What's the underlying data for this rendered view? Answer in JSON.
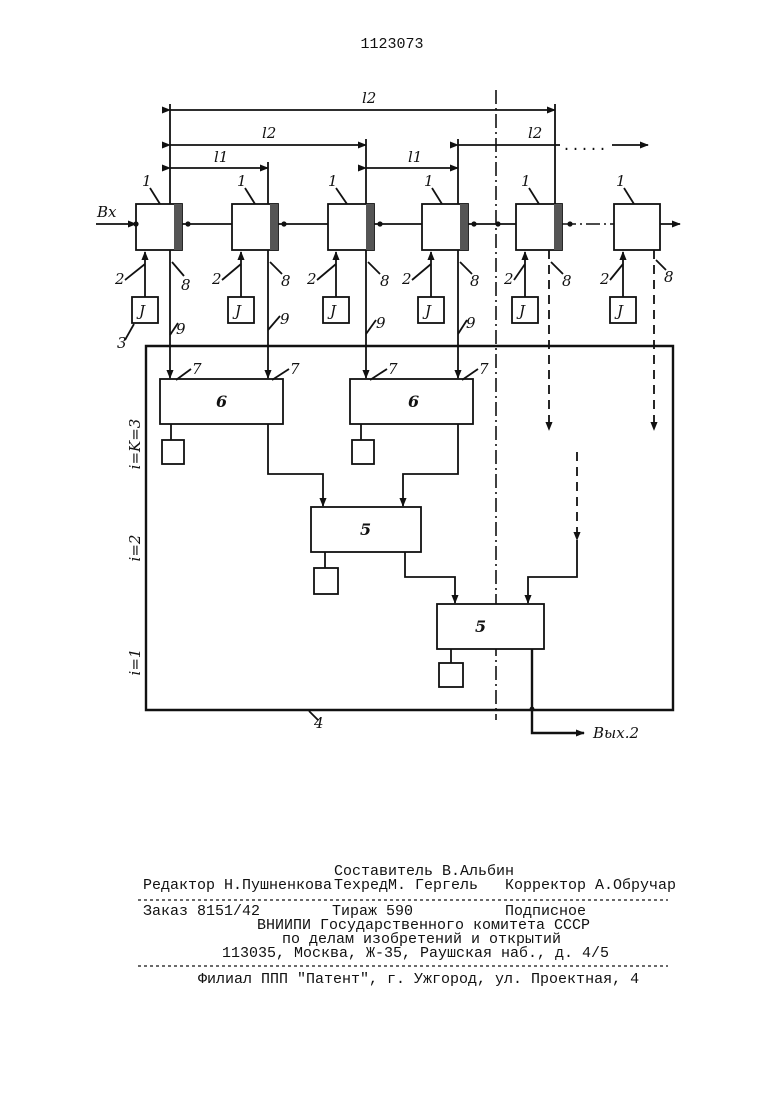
{
  "patent_number": "1123073",
  "diagram": {
    "dim_long": "l2",
    "dim_short": "l1",
    "input_label": "Bx",
    "output_label": "Вых.2",
    "dots_label": ".....",
    "sensor_label": "J",
    "num_1": "1",
    "num_2": "2",
    "num_3": "3",
    "num_4": "4",
    "num_5": "5",
    "num_6": "6",
    "num_7": "7",
    "num_8": "8",
    "num_9": "9",
    "level_3": "i=K=3",
    "level_2": "i=2",
    "level_1": "i=1"
  },
  "colophon": {
    "compiler": "Составитель В.Альбин",
    "editor": "Редактор Н.Пушненкова",
    "techred": "ТехредМ. Гергель",
    "corrector": "Корректор А.Обручар",
    "order": "Заказ 8151/42",
    "circulation": "Тираж 590",
    "subscription": "Подписное",
    "org1": "ВНИИПИ Государственного комитета СССР",
    "org2": "по делам изобретений и открытий",
    "address": "113035, Москва, Ж-35, Раушская наб., д. 4/5",
    "branch": "Филиал ППП \"Патент\", г. Ужгород, ул. Проектная, 4"
  }
}
